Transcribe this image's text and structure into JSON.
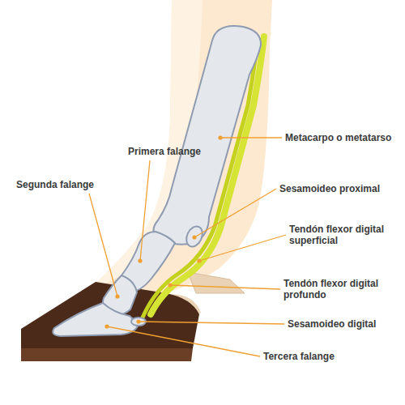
{
  "diagram": {
    "labels": [
      "Metacarpo o metatarso",
      "Primera falange",
      "Segunda falange",
      "Sesamoideo proximal",
      "Tendón flexor digital superficial",
      "Tendón flexor digital profundo",
      "Sesamoideo digital",
      "Tercera falange"
    ]
  }
}
